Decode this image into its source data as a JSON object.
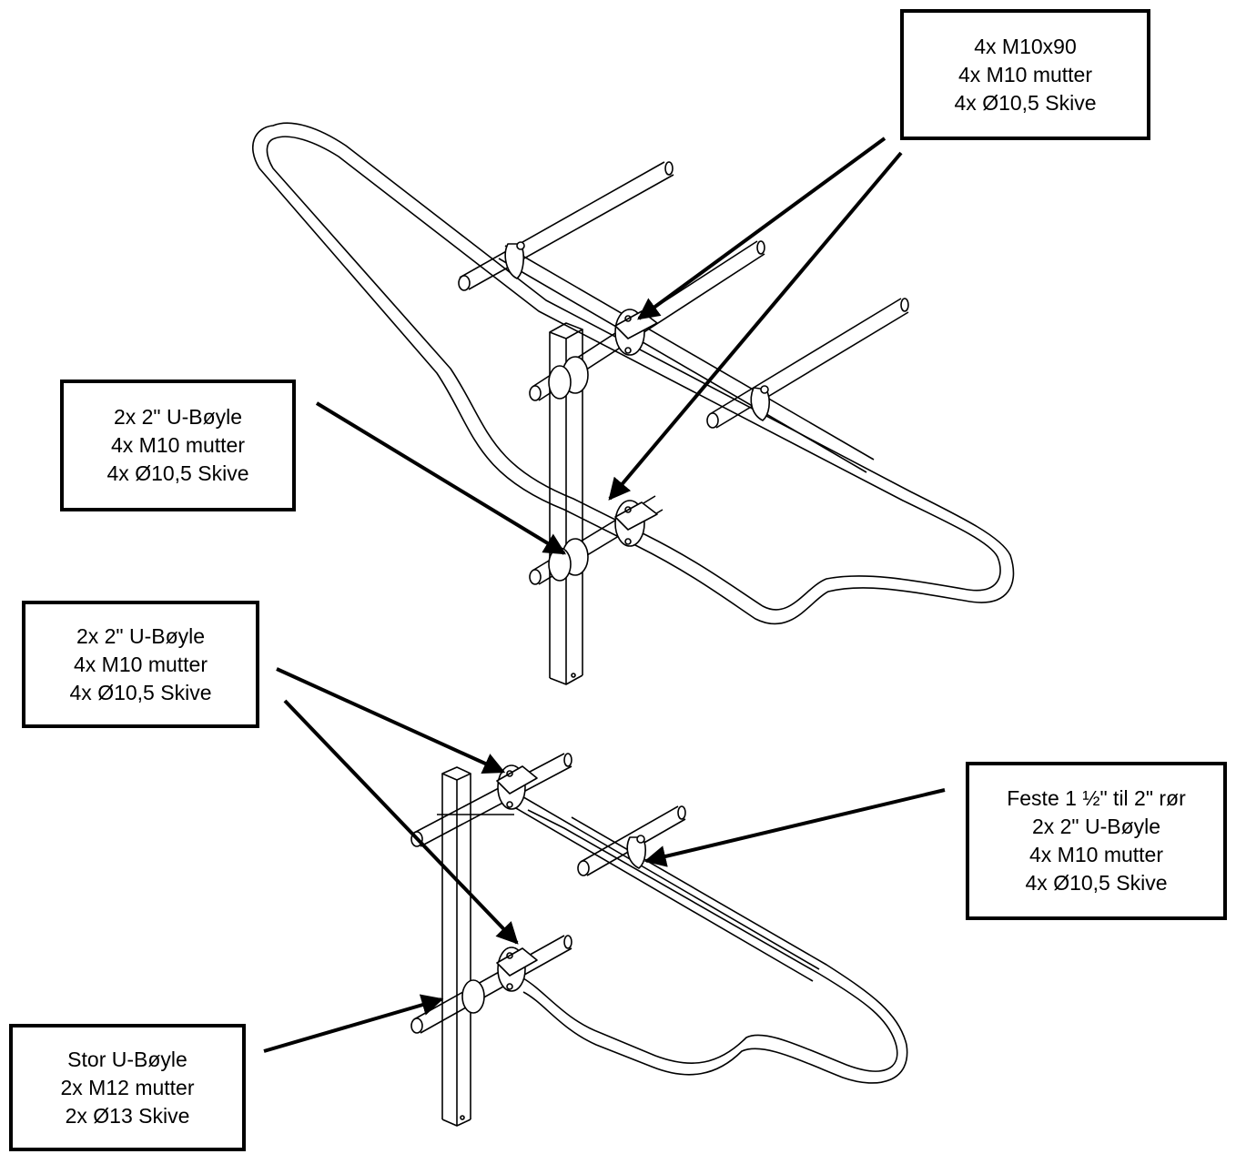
{
  "callouts": {
    "top_right": [
      "4x M10x90",
      "4x M10 mutter",
      "4x Ø10,5 Skive"
    ],
    "left_upper": [
      "2x 2\" U-Bøyle",
      "4x M10 mutter",
      "4x Ø10,5 Skive"
    ],
    "left_lower": [
      "2x 2\" U-Bøyle",
      "4x M10 mutter",
      "4x Ø10,5 Skive"
    ],
    "right": [
      "Feste 1 ½\" til 2\" rør",
      "2x 2\" U-Bøyle",
      "4x M10 mutter",
      "4x Ø10,5 Skive"
    ],
    "bottom": [
      "Stor U-Bøyle",
      "2x M12 mutter",
      "2x Ø13 Skive"
    ]
  }
}
